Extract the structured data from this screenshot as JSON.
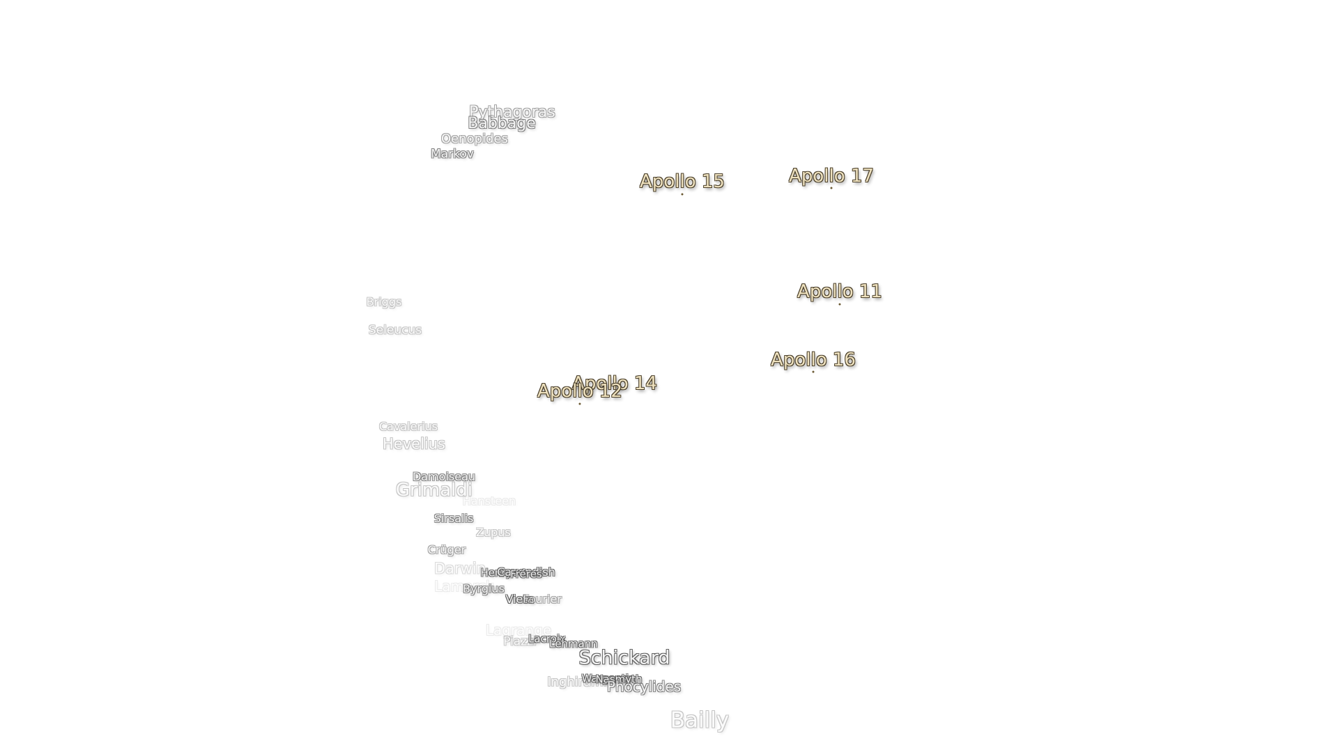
{
  "map": {
    "apollo_sites": [
      {
        "label": "Apollo 15"
      },
      {
        "label": "Apollo 17"
      },
      {
        "label": "Apollo 11"
      },
      {
        "label": "Apollo 16"
      },
      {
        "label": "Apollo 14"
      },
      {
        "label": "Apollo 12"
      }
    ],
    "craters": [
      {
        "label": "Pythagoras"
      },
      {
        "label": "Babbage"
      },
      {
        "label": "Oenopides"
      },
      {
        "label": "Markov"
      },
      {
        "label": "Briggs"
      },
      {
        "label": "Seleucus"
      },
      {
        "label": "Cavalerius"
      },
      {
        "label": "Hevelius"
      },
      {
        "label": "Damoiseau"
      },
      {
        "label": "Grimaldi"
      },
      {
        "label": "Hansteen"
      },
      {
        "label": "Sirsalis"
      },
      {
        "label": "Zupus"
      },
      {
        "label": "Crüger"
      },
      {
        "label": "Darwin"
      },
      {
        "label": "Henry"
      },
      {
        "label": "Cavendish"
      },
      {
        "label": "Fréres"
      },
      {
        "label": "Lamarck"
      },
      {
        "label": "Byrgius"
      },
      {
        "label": "Vieta"
      },
      {
        "label": "Fourier"
      },
      {
        "label": "Lagrange"
      },
      {
        "label": "Piazzi"
      },
      {
        "label": "Lacroix"
      },
      {
        "label": "Lehmann"
      },
      {
        "label": "Schickard"
      },
      {
        "label": "Inghirami"
      },
      {
        "label": "Wargentin"
      },
      {
        "label": "Nasmyth"
      },
      {
        "label": "Phocylides"
      },
      {
        "label": "Bailly"
      }
    ],
    "colors": {
      "background": "#ffffff",
      "crater_text": "#f4f4f4",
      "crater_halo": "#5a5a5a",
      "apollo_text": "#efe2bf",
      "apollo_halo": "#4a3f2a"
    }
  }
}
